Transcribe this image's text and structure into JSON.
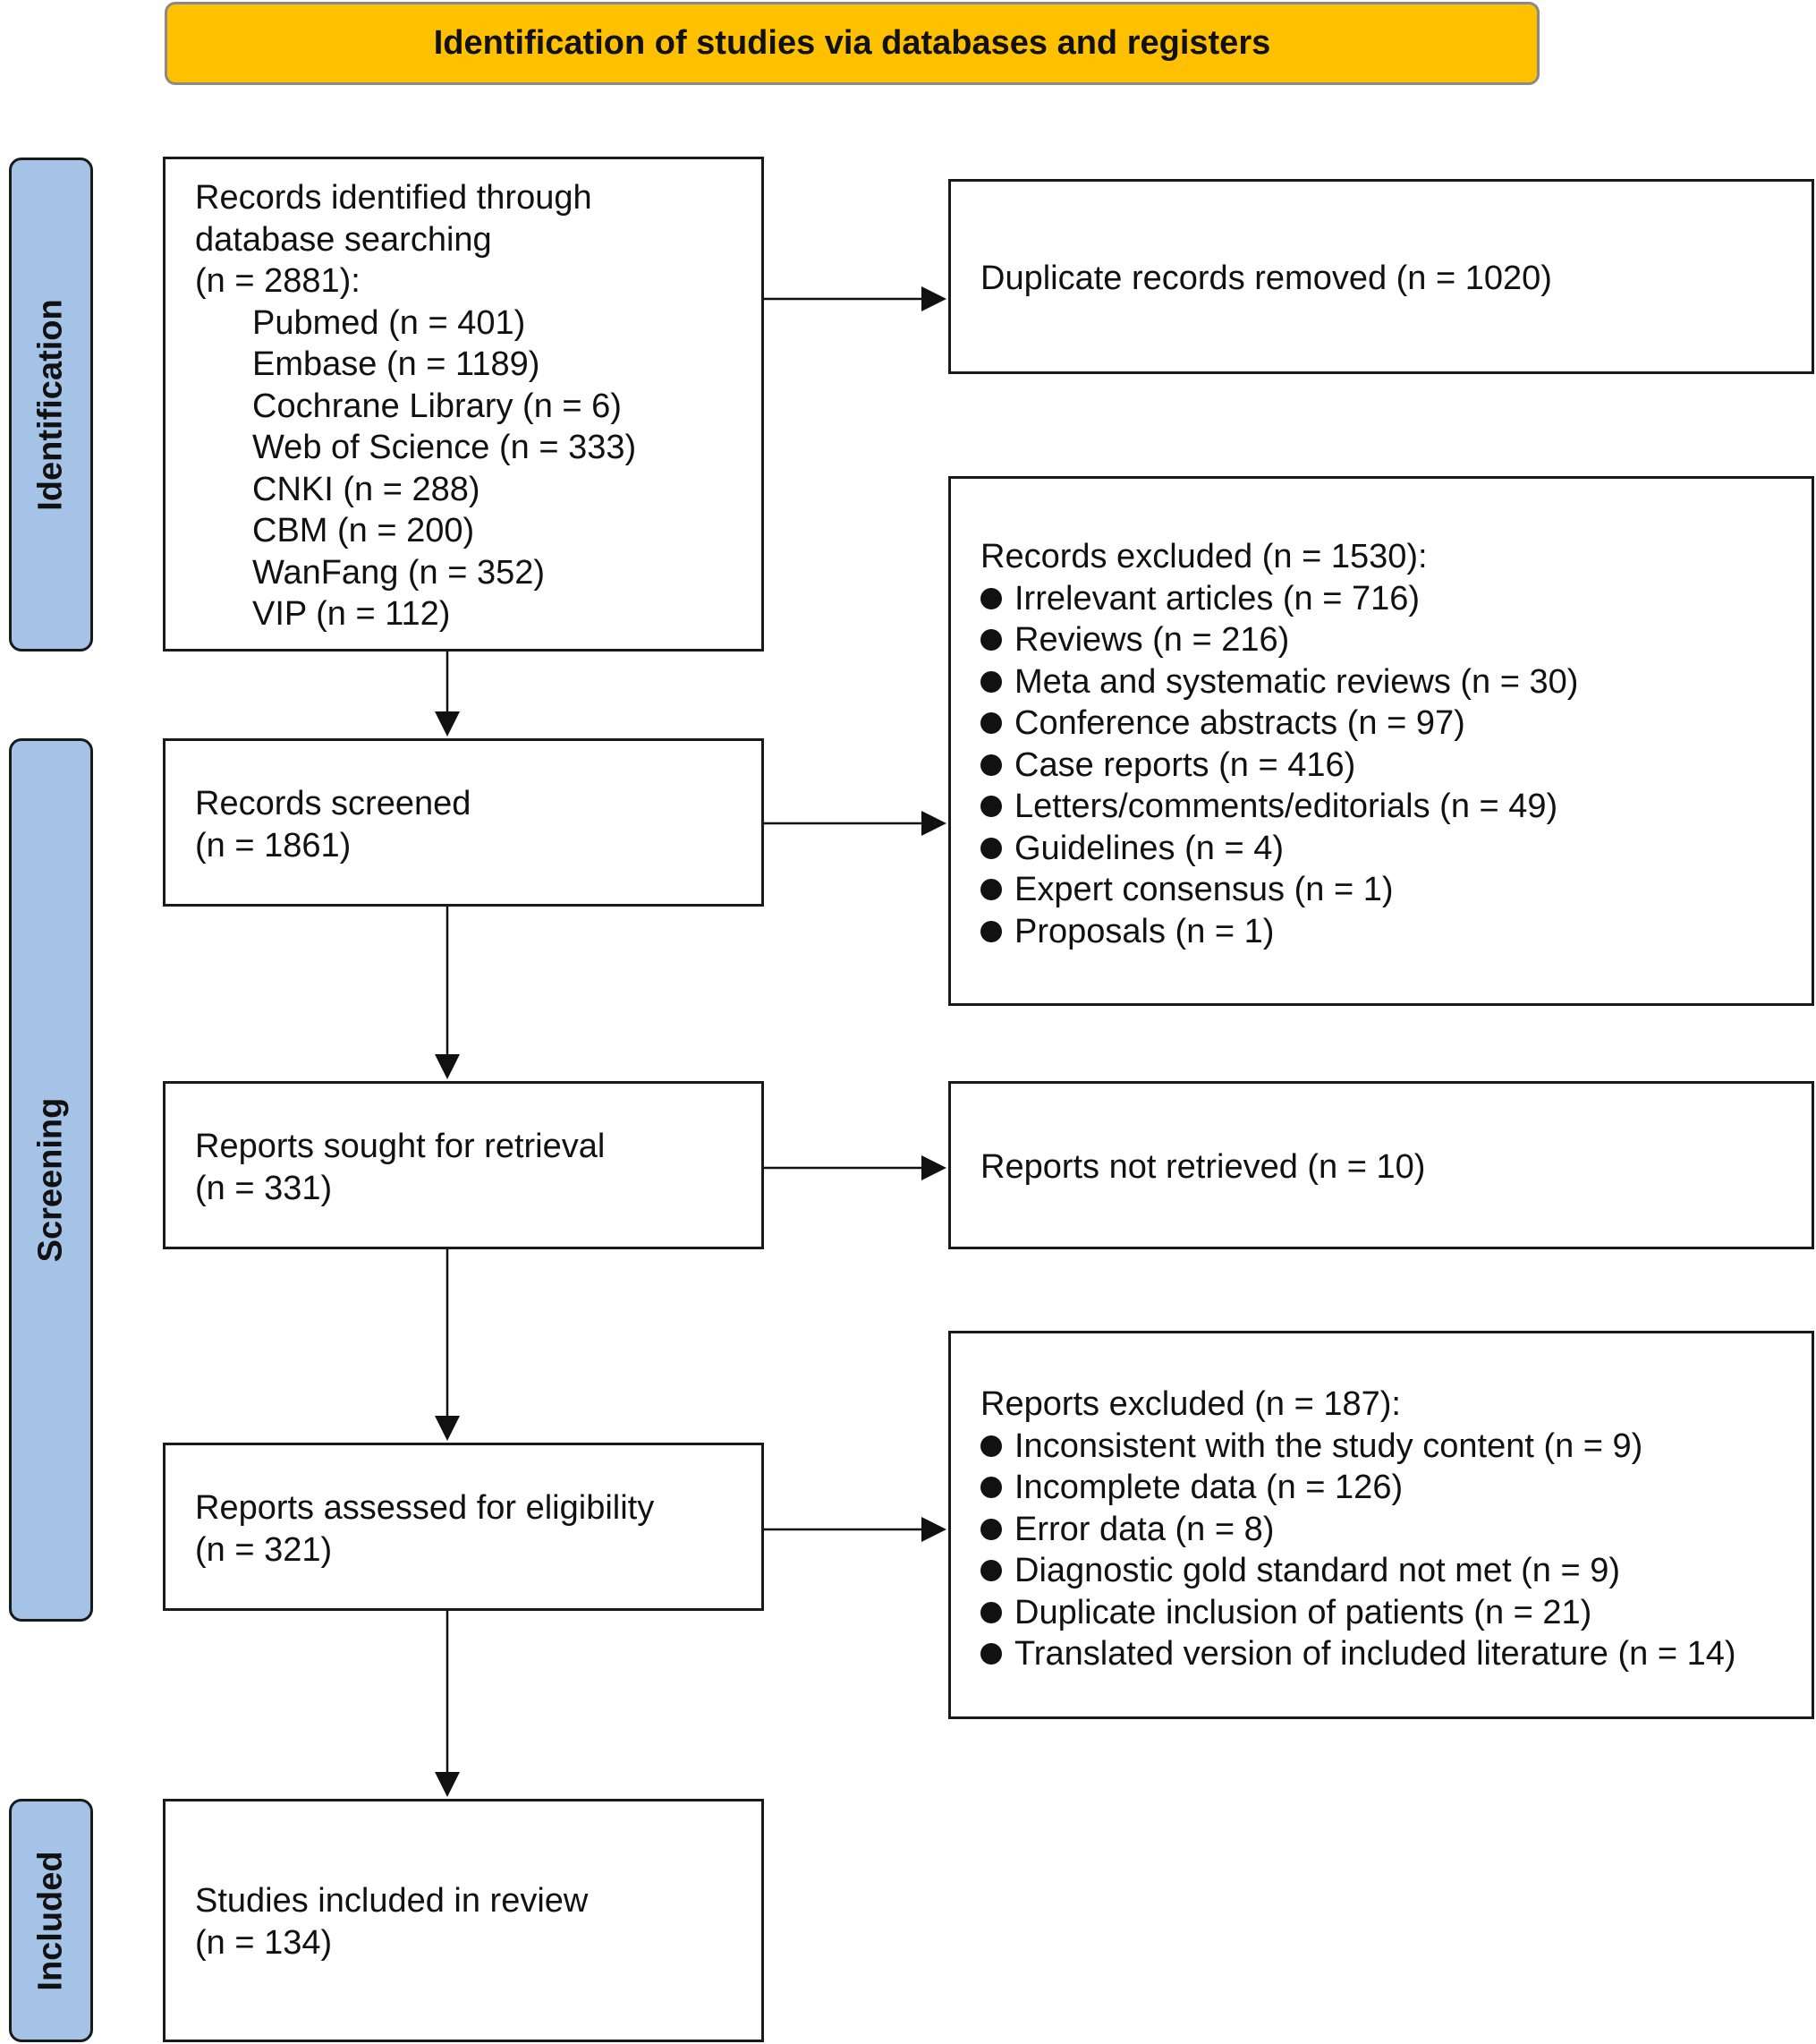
{
  "header": {
    "title": "Identification of studies via databases and registers"
  },
  "stages": {
    "identification": "Identification",
    "screening": "Screening",
    "included": "Included"
  },
  "records_identified": {
    "line1": "Records identified through",
    "line2": "database searching",
    "line3": "(n = 2881):",
    "sources": [
      "Pubmed (n = 401)",
      "Embase (n = 1189)",
      "Cochrane Library (n = 6)",
      "Web of Science (n = 333)",
      "CNKI (n = 288)",
      "CBM (n = 200)",
      "WanFang (n = 352)",
      "VIP  (n = 112)"
    ]
  },
  "duplicates_removed": {
    "text": "Duplicate records removed  (n = 1020)"
  },
  "records_screened": {
    "line1": "Records screened",
    "line2": "(n = 1861)"
  },
  "records_excluded": {
    "title": "Records excluded (n = 1530):",
    "items": [
      "Irrelevant articles (n = 716)",
      "Reviews (n = 216)",
      "Meta and systematic reviews (n = 30)",
      "Conference abstracts (n = 97)",
      "Case reports (n = 416)",
      "Letters/comments/editorials  (n = 49)",
      "Guidelines (n = 4)",
      "Expert consensus (n = 1)",
      "Proposals (n = 1)"
    ]
  },
  "reports_sought": {
    "line1": "Reports sought for retrieval",
    "line2": "(n = 331)"
  },
  "reports_not_retrieved": {
    "text": "Reports not retrieved (n = 10)"
  },
  "reports_assessed": {
    "line1": "Reports assessed for eligibility",
    "line2": "(n = 321)"
  },
  "reports_excluded": {
    "title": "Reports excluded (n = 187):",
    "items": [
      "Inconsistent with the study content (n = 9)",
      "Incomplete data (n = 126)",
      "Error data (n = 8)",
      "Diagnostic gold standard not met (n = 9)",
      "Duplicate inclusion of patients (n = 21)",
      "Translated version of included literature (n = 14)"
    ]
  },
  "studies_included": {
    "line1": "Studies included in review",
    "line2": "(n = 134)"
  }
}
